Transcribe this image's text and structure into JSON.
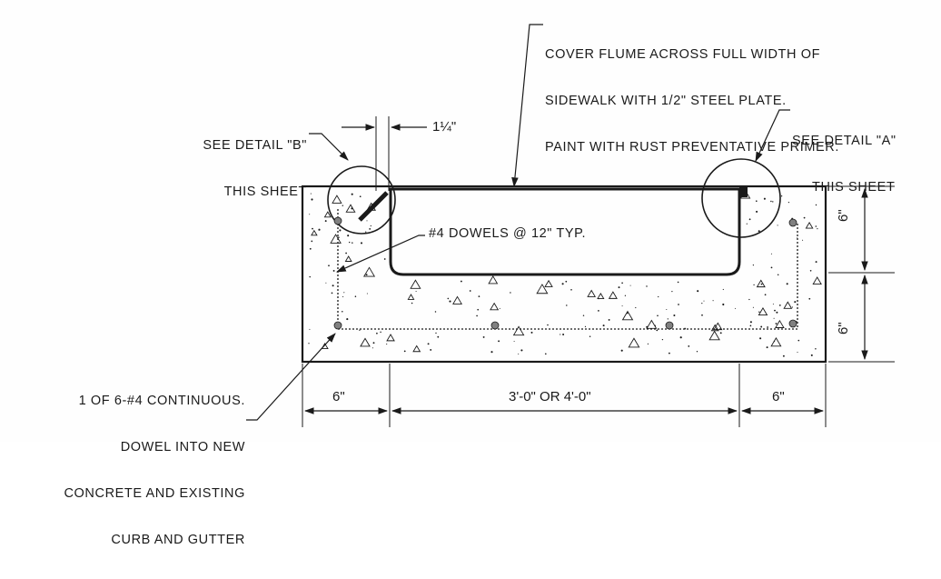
{
  "notes": {
    "cover_flume": [
      "COVER FLUME ACROSS FULL WIDTH OF",
      "SIDEWALK WITH 1/2\" STEEL PLATE.",
      "PAINT WITH RUST PREVENTATIVE PRIMER."
    ],
    "detail_b": [
      "SEE DETAIL \"B\"",
      "THIS SHEET"
    ],
    "detail_a": [
      "SEE DETAIL \"A\"",
      "THIS SHEET"
    ],
    "dowels": "#4 DOWELS @ 12\" TYP.",
    "continuous": [
      "1 OF 6-#4 CONTINUOUS.",
      "DOWEL INTO NEW",
      "CONCRETE AND EXISTING",
      "CURB AND GUTTER"
    ]
  },
  "dimensions": {
    "gap": "1¼\"",
    "left_width": "6\"",
    "channel_width": "3'-0\" OR 4'-0\"",
    "right_width": "6\"",
    "upper_height": "6\"",
    "lower_height": "6\""
  },
  "colors": {
    "ink": "#1a1a1a",
    "paper": "#fefefe"
  }
}
